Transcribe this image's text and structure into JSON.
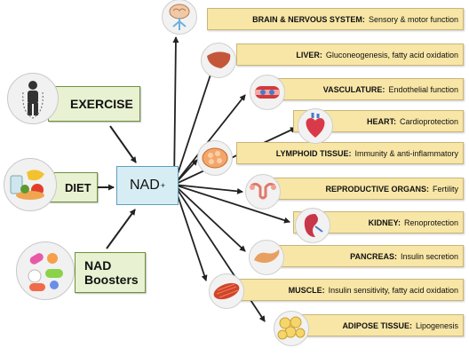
{
  "center": {
    "label": "NAD",
    "superscript": "+"
  },
  "inputs": [
    {
      "label": "EXERCISE",
      "icon": "exercise-icon"
    },
    {
      "label": "DIET",
      "icon": "diet-icon"
    },
    {
      "label": "NAD",
      "label_line2": "Boosters",
      "icon": "supplement-pills-icon"
    }
  ],
  "organs": [
    {
      "name": "BRAIN & NERVOUS SYSTEM:",
      "function": "Sensory & motor function",
      "icon": "brain-icon"
    },
    {
      "name": "LIVER:",
      "function": "Gluconeogenesis, fatty acid oxidation",
      "icon": "liver-icon"
    },
    {
      "name": "VASCULATURE:",
      "function": "Endothelial function",
      "icon": "blood-vessel-icon"
    },
    {
      "name": "HEART:",
      "function": "Cardioprotection",
      "icon": "heart-icon"
    },
    {
      "name": "LYMPHOID TISSUE:",
      "function": "Immunity & anti-inflammatory",
      "icon": "lymph-node-icon"
    },
    {
      "name": "REPRODUCTIVE ORGANS:",
      "function": "Fertility",
      "icon": "uterus-icon"
    },
    {
      "name": "KIDNEY:",
      "function": "Renoprotection",
      "icon": "kidney-icon"
    },
    {
      "name": "PANCREAS:",
      "function": "Insulin secretion",
      "icon": "pancreas-icon"
    },
    {
      "name": "MUSCLE:",
      "function": "Insulin sensitivity, fatty acid oxidation",
      "icon": "muscle-icon"
    },
    {
      "name": "ADIPOSE TISSUE:",
      "function": "Lipogenesis",
      "icon": "adipose-tissue-icon"
    }
  ]
}
